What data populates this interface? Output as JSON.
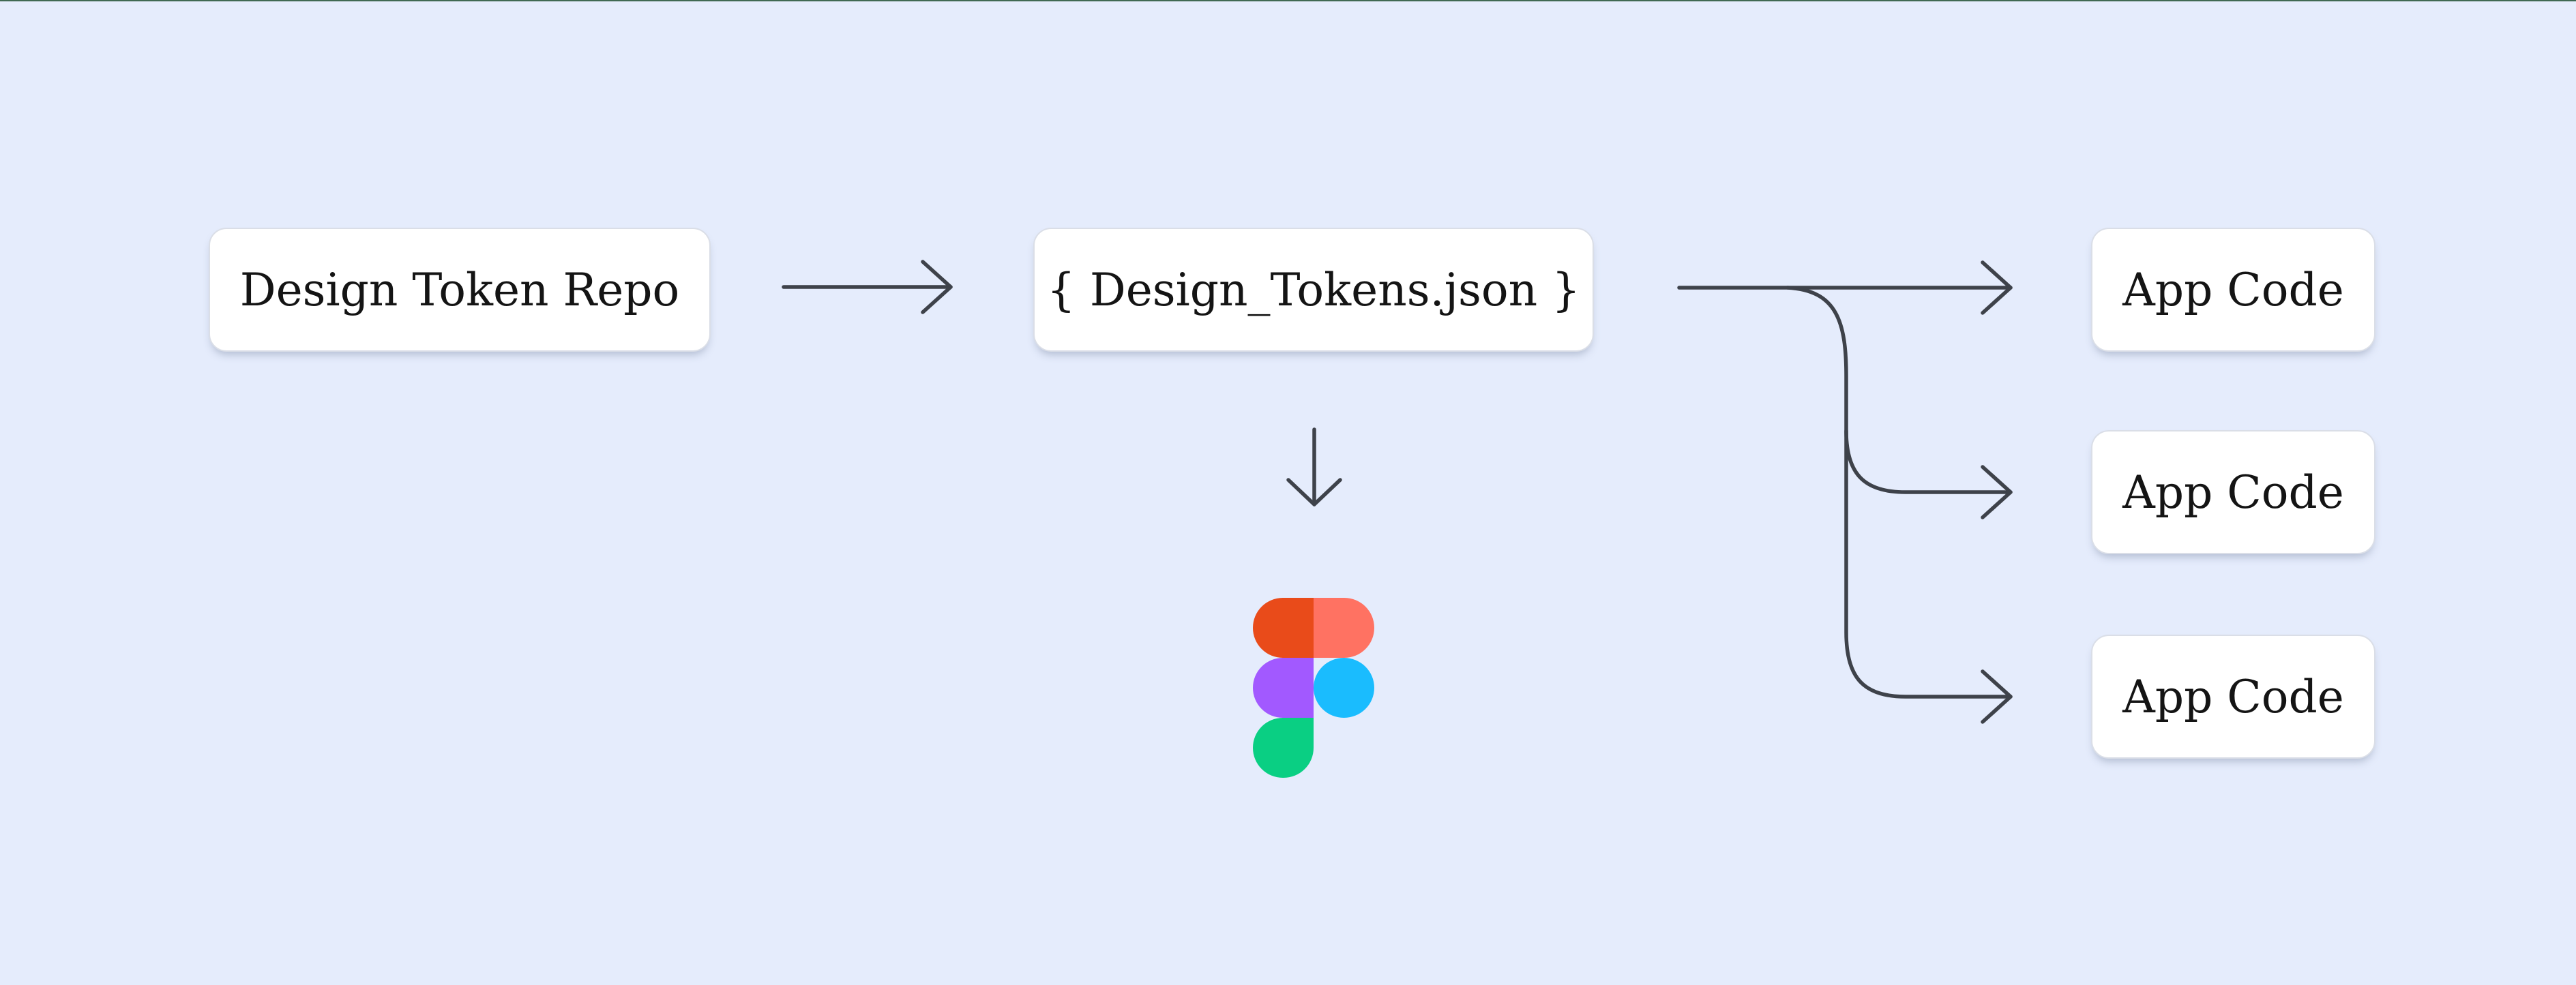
{
  "theme": {
    "bg": "#E5ECFC",
    "strip": "#406952",
    "line": "#3E424A",
    "text": "#141414"
  },
  "diagram": {
    "nodes": {
      "repo": {
        "label": "Design Token Repo"
      },
      "tokens_file": {
        "label": "{ Design_Tokens.json }"
      },
      "app_codes": [
        {
          "label": "App Code"
        },
        {
          "label": "App Code"
        },
        {
          "label": "App Code"
        }
      ]
    },
    "edges": [
      {
        "from": "repo",
        "to": "tokens_file"
      },
      {
        "from": "tokens_file",
        "to": "figma-logo"
      },
      {
        "from": "tokens_file",
        "to": "app_code_1"
      },
      {
        "from": "tokens_file",
        "to": "app_code_2"
      },
      {
        "from": "tokens_file",
        "to": "app_code_3"
      }
    ]
  },
  "figma_logo": {
    "icon": "figma-logo-icon",
    "colors": {
      "red": "#E94B1A",
      "salmon": "#FF7262",
      "purple": "#A259FF",
      "blue": "#1ABCFE",
      "green": "#0ACF83"
    }
  }
}
